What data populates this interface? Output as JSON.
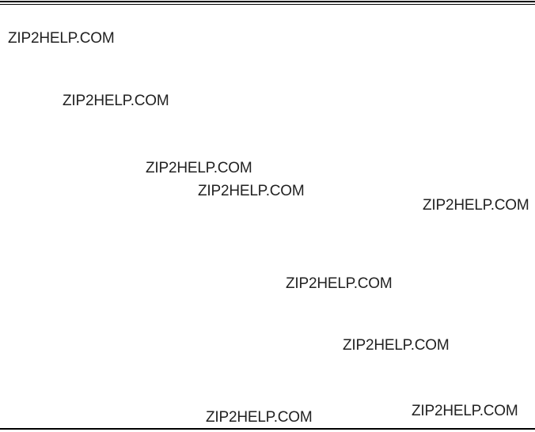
{
  "page": {
    "watermarks": [
      "ZIP2HELP.COM",
      "ZIP2HELP.COM",
      "ZIP2HELP.COM",
      "ZIP2HELP.COM",
      "ZIP2HELP.COM",
      "ZIP2HELP.COM",
      "ZIP2HELP.COM",
      "ZIP2HELP.COM",
      "ZIP2HELP.COM"
    ]
  },
  "colors": {
    "text": "#222222",
    "rule": "#000000",
    "background": "#ffffff"
  }
}
